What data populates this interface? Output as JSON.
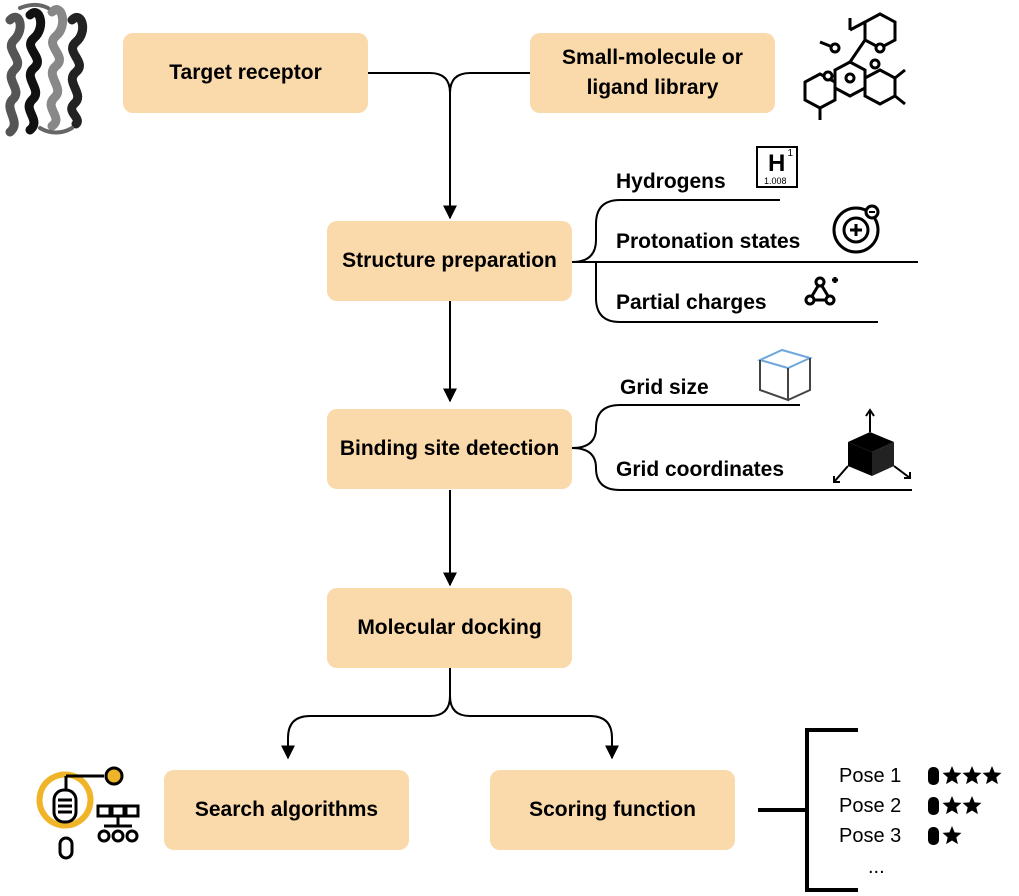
{
  "nodes": {
    "target": "Target receptor",
    "library": "Small-molecule or ligand library",
    "prep": "Structure preparation",
    "binding": "Binding site detection",
    "docking": "Molecular docking",
    "search": "Search algorithms",
    "scoring": "Scoring function"
  },
  "preparation_items": [
    "Hydrogens",
    "Protonation states",
    "Partial charges"
  ],
  "binding_items": [
    "Grid size",
    "Grid coordinates"
  ],
  "element_tile": {
    "symbol": "H",
    "atomic_number": "1",
    "mass": "1.008"
  },
  "poses": [
    {
      "label": "Pose 1",
      "stars": 3
    },
    {
      "label": "Pose 2",
      "stars": 2
    },
    {
      "label": "Pose 3",
      "stars": 1
    }
  ],
  "poses_more": "...",
  "colors": {
    "box_fill": "#fad9aa",
    "accent": "#f0b429",
    "line": "#000000",
    "cube_edge": "#6fa8dc"
  },
  "icons": [
    "protein-structure-icon",
    "molecule-structure-icon",
    "hydrogen-element-icon",
    "protonation-charge-icon",
    "partial-charges-icon",
    "grid-cube-icon",
    "grid-coordinates-icon",
    "search-algorithm-icon"
  ]
}
